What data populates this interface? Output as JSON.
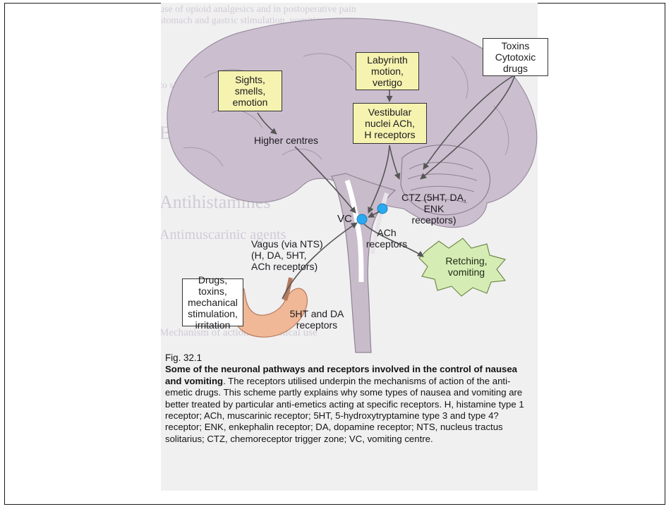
{
  "boxes": {
    "sights": "Sights,\nsmells,\nemotion",
    "labyrinth": "Labyrinth\nmotion,\nvertigo",
    "vestibular": "Vestibular\nnuclei ACh,\nH receptors",
    "toxins": "Toxins\nCytotoxic\ndrugs",
    "drugs": "Drugs, toxins,\nmechanical\nstimulation,\nirritation"
  },
  "labels": {
    "higher_centres": "Higher centres",
    "ctz": "CTZ (5HT, DA,\nENK\nreceptors)",
    "vc": "VC",
    "ach_receptors": "ACh\nreceptors",
    "vagus": "Vagus (via NTS)\n(H, DA, 5HT,\nACh receptors)",
    "gut_receptors": "5HT and DA\nreceptors",
    "retching": "Retching,\nvomiting"
  },
  "caption": {
    "fig_number": "Fig. 32.1",
    "title": "Some of the neuronal pathways and receptors involved in the control of nausea and vomiting",
    "body": ". The receptors utilised underpin the mechanisms of action of the anti-emetic drugs. This scheme partly explains why some types of nausea and vomiting are better treated by particular anti-emetics acting at specific receptors. H, histamine type 1 receptor; ACh, muscarinic receptor; 5HT, 5-hydroxytryptamine type 3 and type 4? receptor; ENK, enkephalin receptor; DA, dopamine receptor; NTS, nucleus tractus solitarius; CTZ, chemoreceptor trigger zone; VC, vomiting centre."
  },
  "colors": {
    "brain": "#cbbfcf",
    "brain_outline": "#9a8ea0",
    "box_fill": "#f6f3b0",
    "vomit_fill": "#d5ecb4",
    "nucleus": "#2aa9f0",
    "stomach": "#f0b896"
  }
}
